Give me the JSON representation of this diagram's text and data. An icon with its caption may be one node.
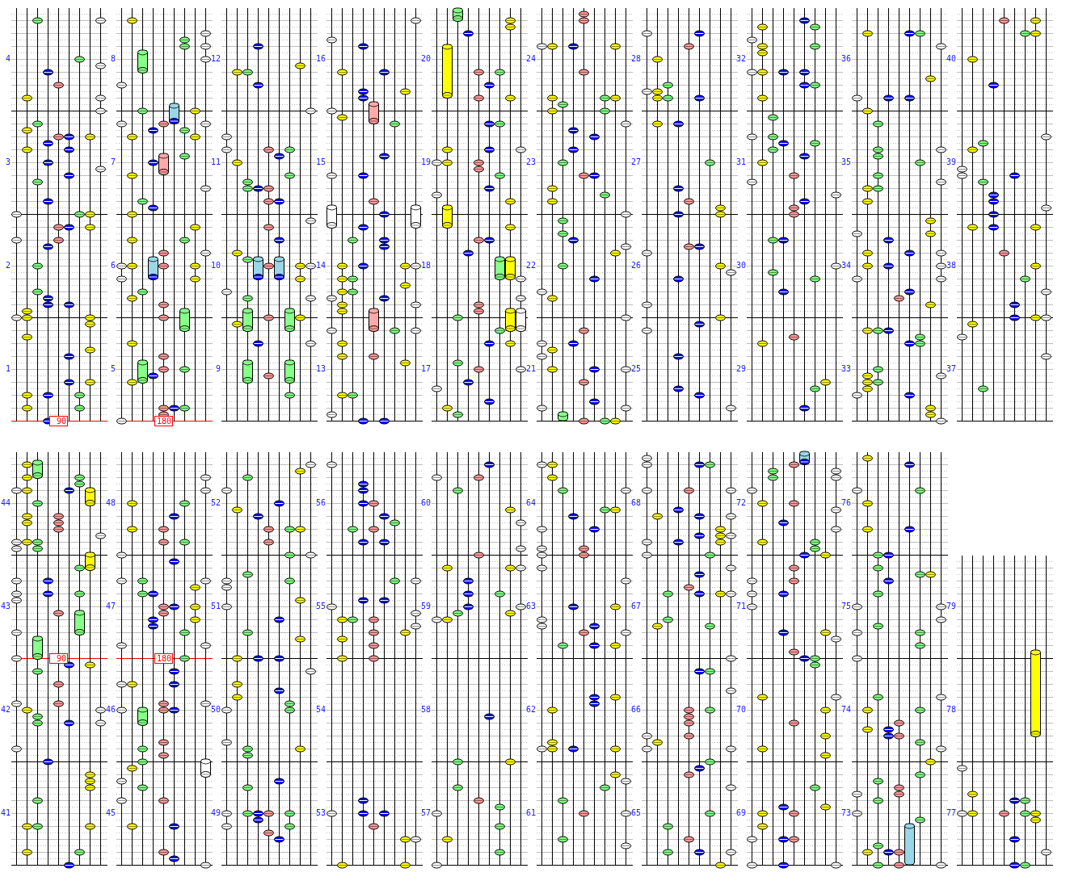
{
  "diagram": {
    "labels": [
      "4",
      "3",
      "2",
      "1",
      "90",
      "8",
      "7",
      "6",
      "5",
      "180",
      "12",
      "11",
      "10",
      "9",
      "16",
      "15",
      "14",
      "13",
      "20",
      "19",
      "18",
      "17",
      "24",
      "23",
      "22",
      "21",
      "28",
      "27",
      "26",
      "25",
      "32",
      "31",
      "30",
      "29",
      "36",
      "35",
      "34",
      "33",
      "40",
      "39",
      "38",
      "37",
      "44",
      "43",
      "90",
      "42",
      "41",
      "48",
      "47",
      "180",
      "46",
      "45",
      "52",
      "51",
      "50",
      "49",
      "56",
      "55",
      "54",
      "53",
      "60",
      "59",
      "58",
      "57",
      "64",
      "63",
      "62",
      "61",
      "68",
      "67",
      "66",
      "65",
      "72",
      "71",
      "70",
      "69",
      "76",
      "75",
      "74",
      "73",
      "79",
      "78",
      "77"
    ]
  }
}
